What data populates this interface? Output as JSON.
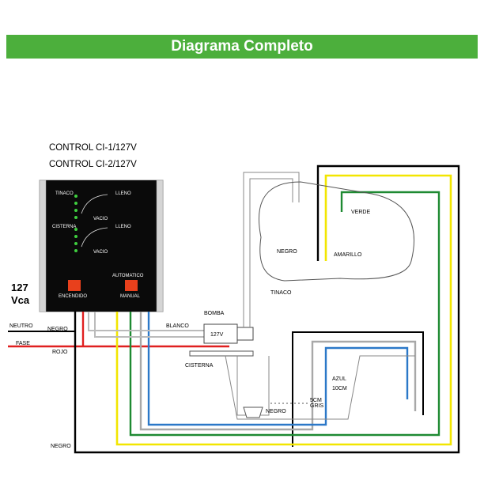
{
  "title": "Diagrama Completo",
  "control_labels": [
    "CONTROL CI-1/127V",
    "CONTROL CI-2/127V"
  ],
  "voltage": [
    "127",
    "Vca"
  ],
  "panel": {
    "tinaco": "TINACO",
    "lleno1": "LLENO",
    "vacio1": "VACIO",
    "cisterna": "CISTERNA",
    "lleno2": "LLENO",
    "vacio2": "VACIO",
    "automatico": "AUTOMATICO",
    "encendido": "ENCENDIDO",
    "manual": "MANUAL"
  },
  "wire_labels": {
    "neutro": "NEUTRO",
    "negro1": "NEGRO",
    "fase": "FASE",
    "rojo": "ROJO",
    "negro_bottom": "NEGRO",
    "blanco": "BLANCO",
    "bomba": "BOMBA",
    "bomba_v": "127V",
    "cisterna": "CISTERNA",
    "negro_cist": "NEGRO",
    "scm": "5CM",
    "gris": "GRIS",
    "azul": "AZUL",
    "cm10": "10CM",
    "verde": "VERDE",
    "amarillo": "AMARILLO",
    "negro_tank": "NEGRO",
    "tinaco": "TINACO"
  },
  "colors": {
    "banner": "#4caf3c",
    "yellow": "#f2e600",
    "green": "#1e8a32",
    "blue": "#2b78c8",
    "gray": "#a8a8a8",
    "red": "#e02020",
    "panel": "#0a0a0a",
    "led": "#3fcf3f",
    "button": "#e8401c"
  }
}
